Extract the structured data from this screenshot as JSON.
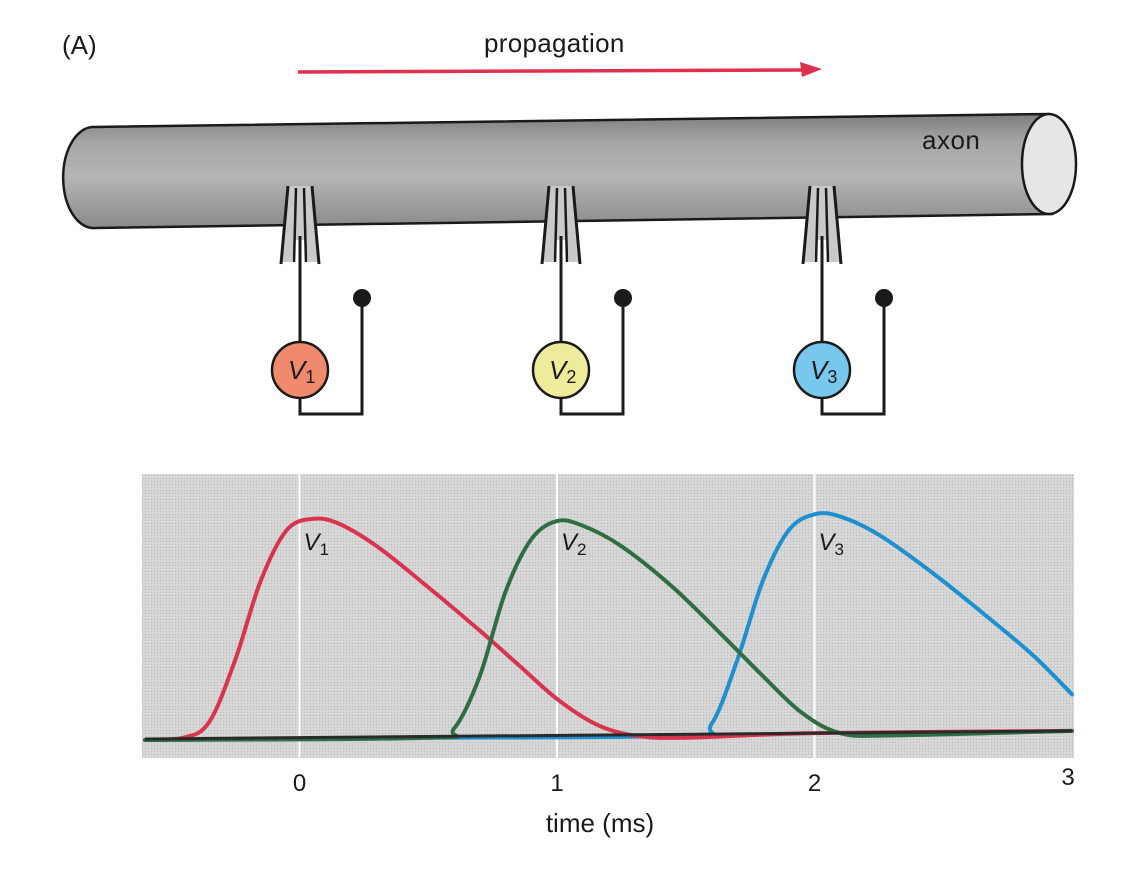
{
  "panel_label": "(A)",
  "propagation_label": "propagation",
  "axon_label": "axon",
  "meters": [
    {
      "label": "V",
      "sub": "1",
      "color": "#f08a6c"
    },
    {
      "label": "V",
      "sub": "2",
      "color": "#eeec9a"
    },
    {
      "label": "V",
      "sub": "3",
      "color": "#78c8ee"
    }
  ],
  "chart_data": {
    "type": "line",
    "xlabel": "time (ms)",
    "ylabel": "",
    "xticks": [
      "0",
      "1",
      "2",
      "3"
    ],
    "xlim": [
      -0.6,
      3.0
    ],
    "ylim": [
      0,
      1
    ],
    "grid": "vertical lines at x ticks",
    "series": [
      {
        "name": "V1",
        "label": "V",
        "sub": "1",
        "color": "#d9344f",
        "points": [
          [
            -0.6,
            0
          ],
          [
            -0.45,
            0.01
          ],
          [
            -0.35,
            0.08
          ],
          [
            -0.25,
            0.35
          ],
          [
            -0.15,
            0.7
          ],
          [
            -0.05,
            0.92
          ],
          [
            0.05,
            0.97
          ],
          [
            0.15,
            0.95
          ],
          [
            0.3,
            0.85
          ],
          [
            0.5,
            0.67
          ],
          [
            0.7,
            0.48
          ],
          [
            0.85,
            0.33
          ],
          [
            1.0,
            0.18
          ],
          [
            1.15,
            0.07
          ],
          [
            1.3,
            0.02
          ],
          [
            1.5,
            0.01
          ],
          [
            2.0,
            0.03
          ],
          [
            3.0,
            0.04
          ]
        ]
      },
      {
        "name": "V2",
        "label": "V",
        "sub": "2",
        "color": "#2f6d44",
        "points": [
          [
            -0.6,
            0
          ],
          [
            0.5,
            0.01
          ],
          [
            0.6,
            0.05
          ],
          [
            0.7,
            0.28
          ],
          [
            0.8,
            0.65
          ],
          [
            0.9,
            0.88
          ],
          [
            1.0,
            0.96
          ],
          [
            1.1,
            0.94
          ],
          [
            1.25,
            0.85
          ],
          [
            1.45,
            0.67
          ],
          [
            1.65,
            0.45
          ],
          [
            1.8,
            0.28
          ],
          [
            1.95,
            0.12
          ],
          [
            2.1,
            0.03
          ],
          [
            2.3,
            0.02
          ],
          [
            3.0,
            0.04
          ]
        ]
      },
      {
        "name": "V3",
        "label": "V",
        "sub": "3",
        "color": "#1e90d0",
        "points": [
          [
            0.5,
            0.01
          ],
          [
            1.5,
            0.02
          ],
          [
            1.6,
            0.07
          ],
          [
            1.7,
            0.35
          ],
          [
            1.8,
            0.7
          ],
          [
            1.9,
            0.92
          ],
          [
            2.0,
            0.99
          ],
          [
            2.1,
            0.98
          ],
          [
            2.25,
            0.9
          ],
          [
            2.45,
            0.74
          ],
          [
            2.65,
            0.56
          ],
          [
            2.85,
            0.37
          ],
          [
            3.0,
            0.2
          ]
        ]
      }
    ]
  }
}
